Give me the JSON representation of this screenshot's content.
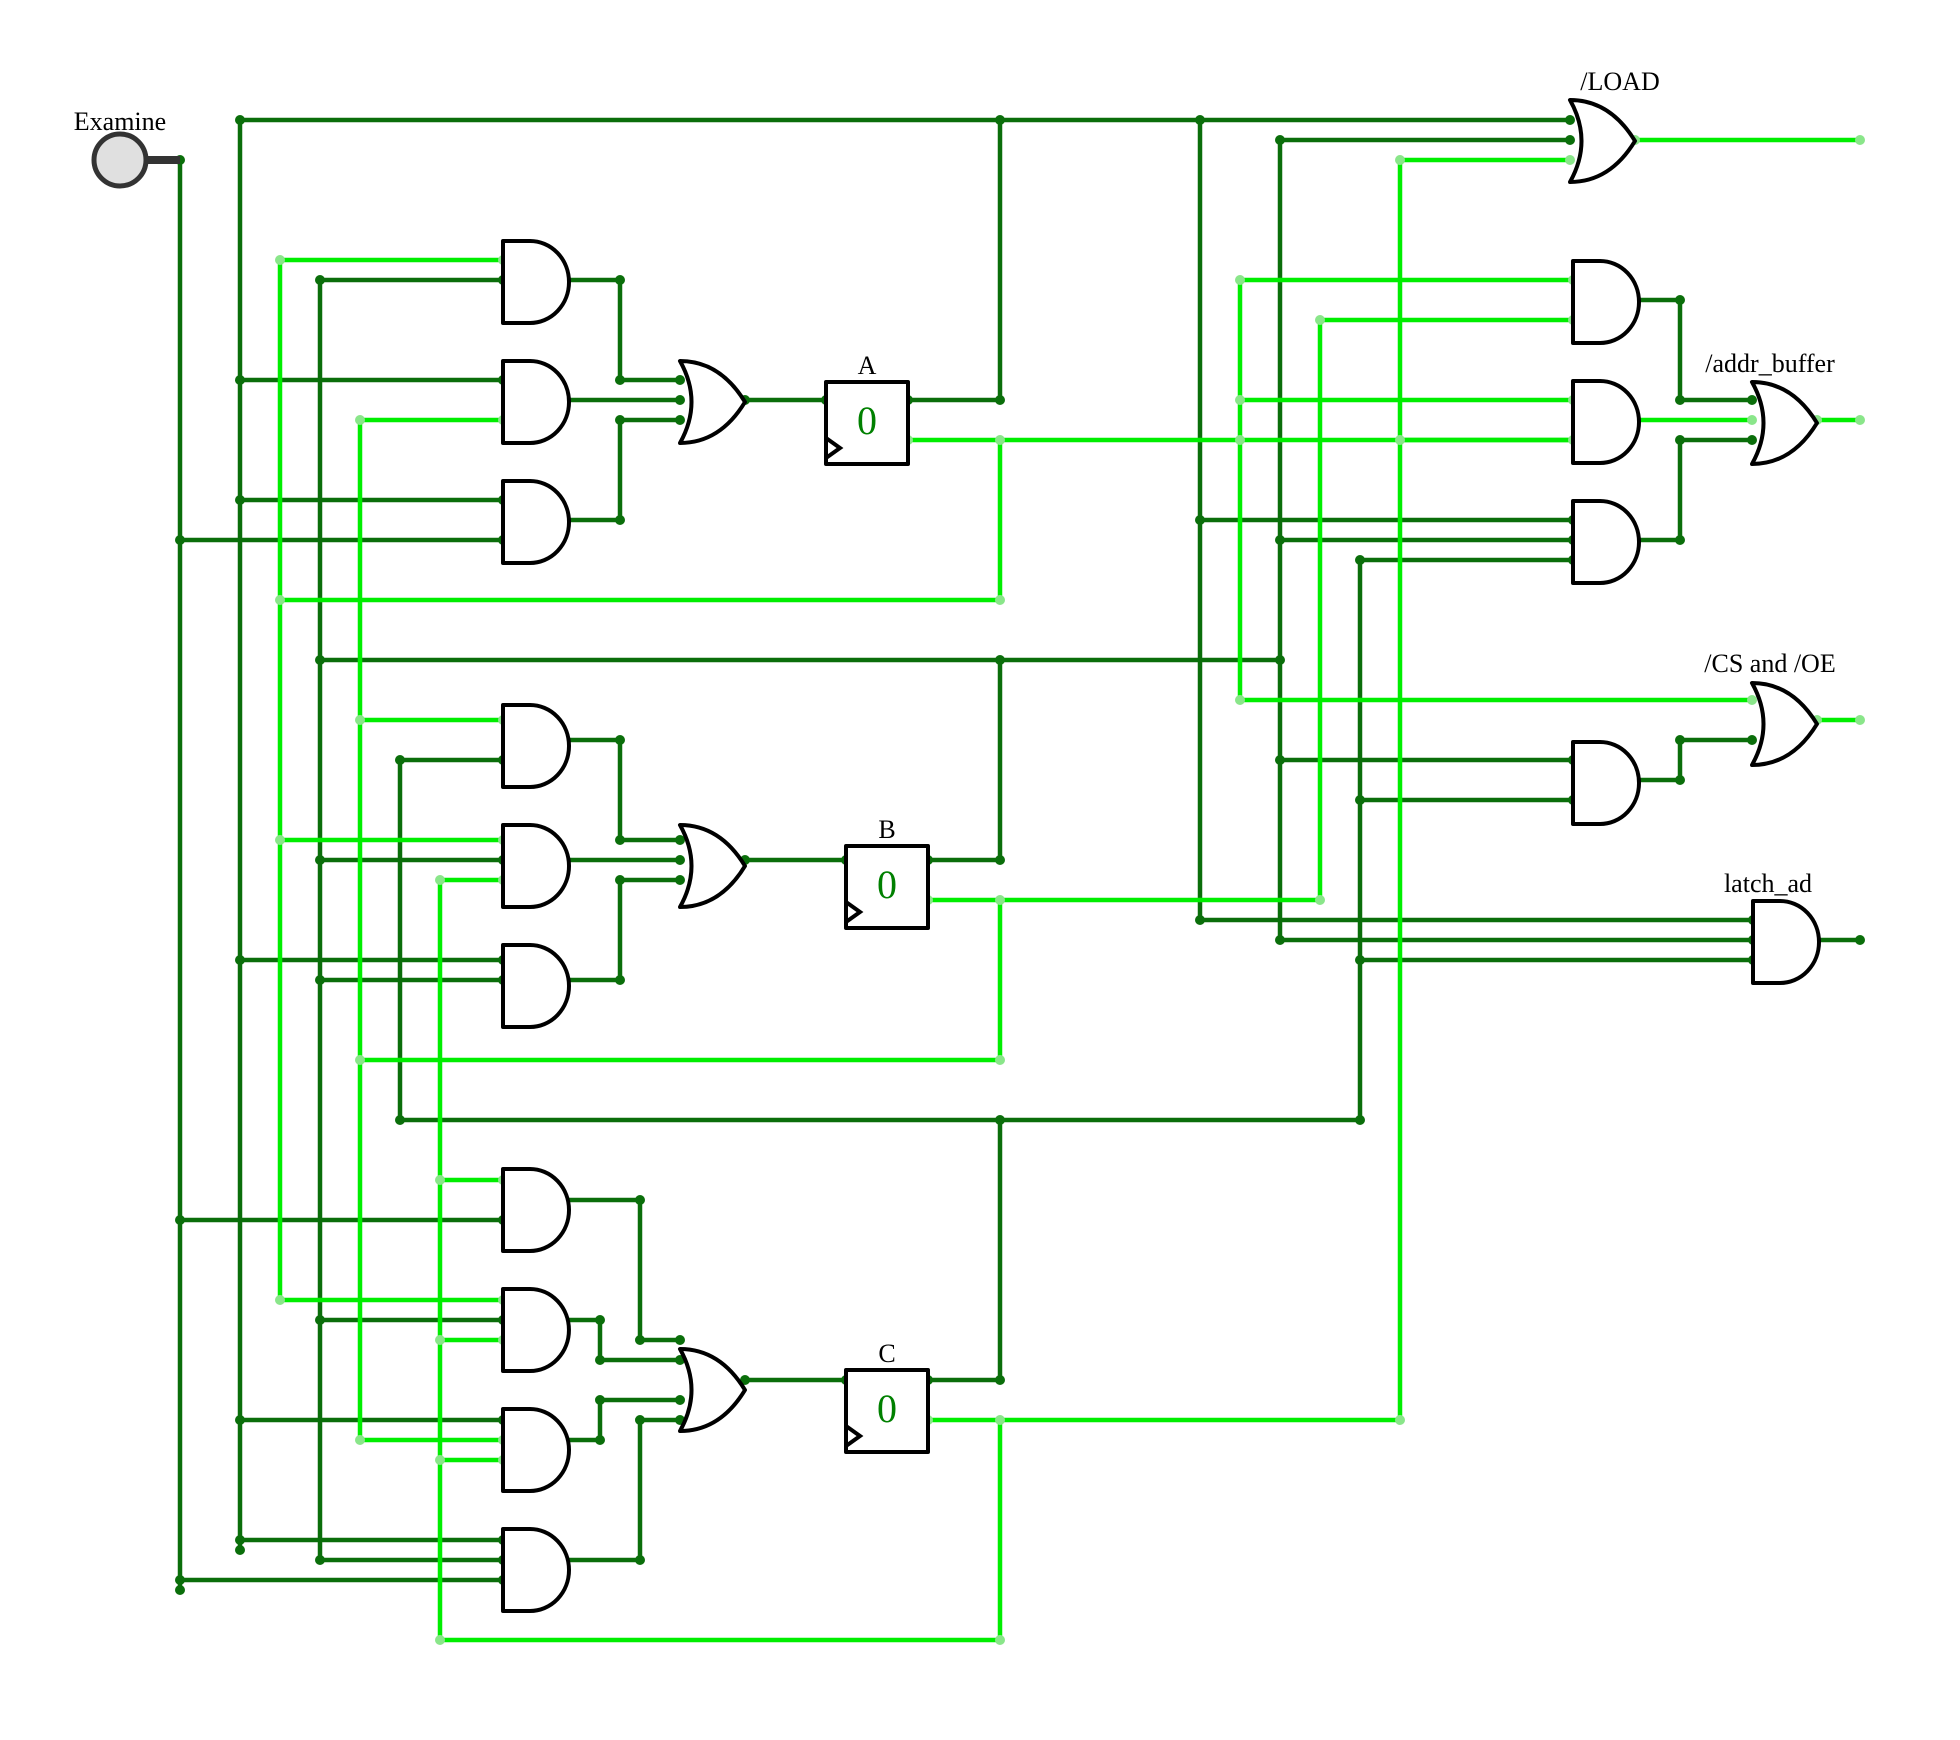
{
  "inputs": [
    {
      "label": "Examine"
    }
  ],
  "registers": [
    {
      "label": "A",
      "value": "0"
    },
    {
      "label": "B",
      "value": "0"
    },
    {
      "label": "C",
      "value": "0"
    }
  ],
  "outputs": [
    {
      "label": "/LOAD"
    },
    {
      "label": "/addr_buffer"
    },
    {
      "label": "/CS and /OE"
    },
    {
      "label": "latch_ad"
    }
  ],
  "colors": {
    "wire_low": "#0a6e0a",
    "wire_high": "#00ee00",
    "gate_stroke": "#000000",
    "register_value": "#008000"
  }
}
